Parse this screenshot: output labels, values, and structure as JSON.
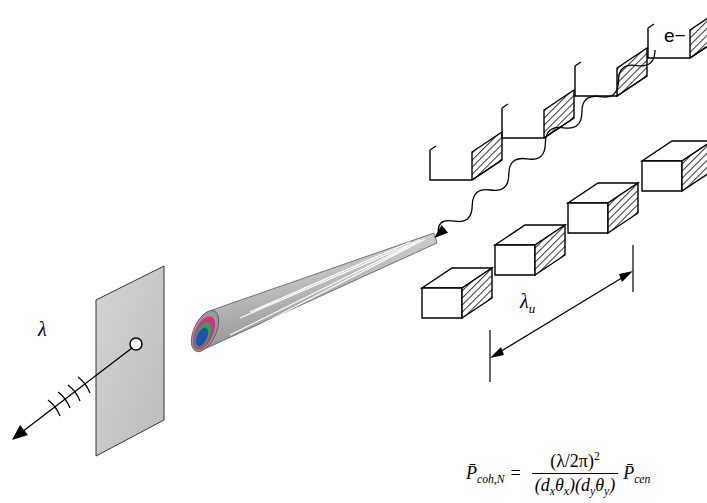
{
  "diagram": {
    "labels": [
      "e−",
      "λ",
      "u",
      "λ",
      "P̄",
      "coh,N",
      "=",
      "(λ/2π)",
      "2",
      "(d",
      "x",
      "θ",
      "x",
      ")(d",
      "y",
      "θ",
      "y",
      ")",
      "P̄",
      "cen"
    ]
  }
}
